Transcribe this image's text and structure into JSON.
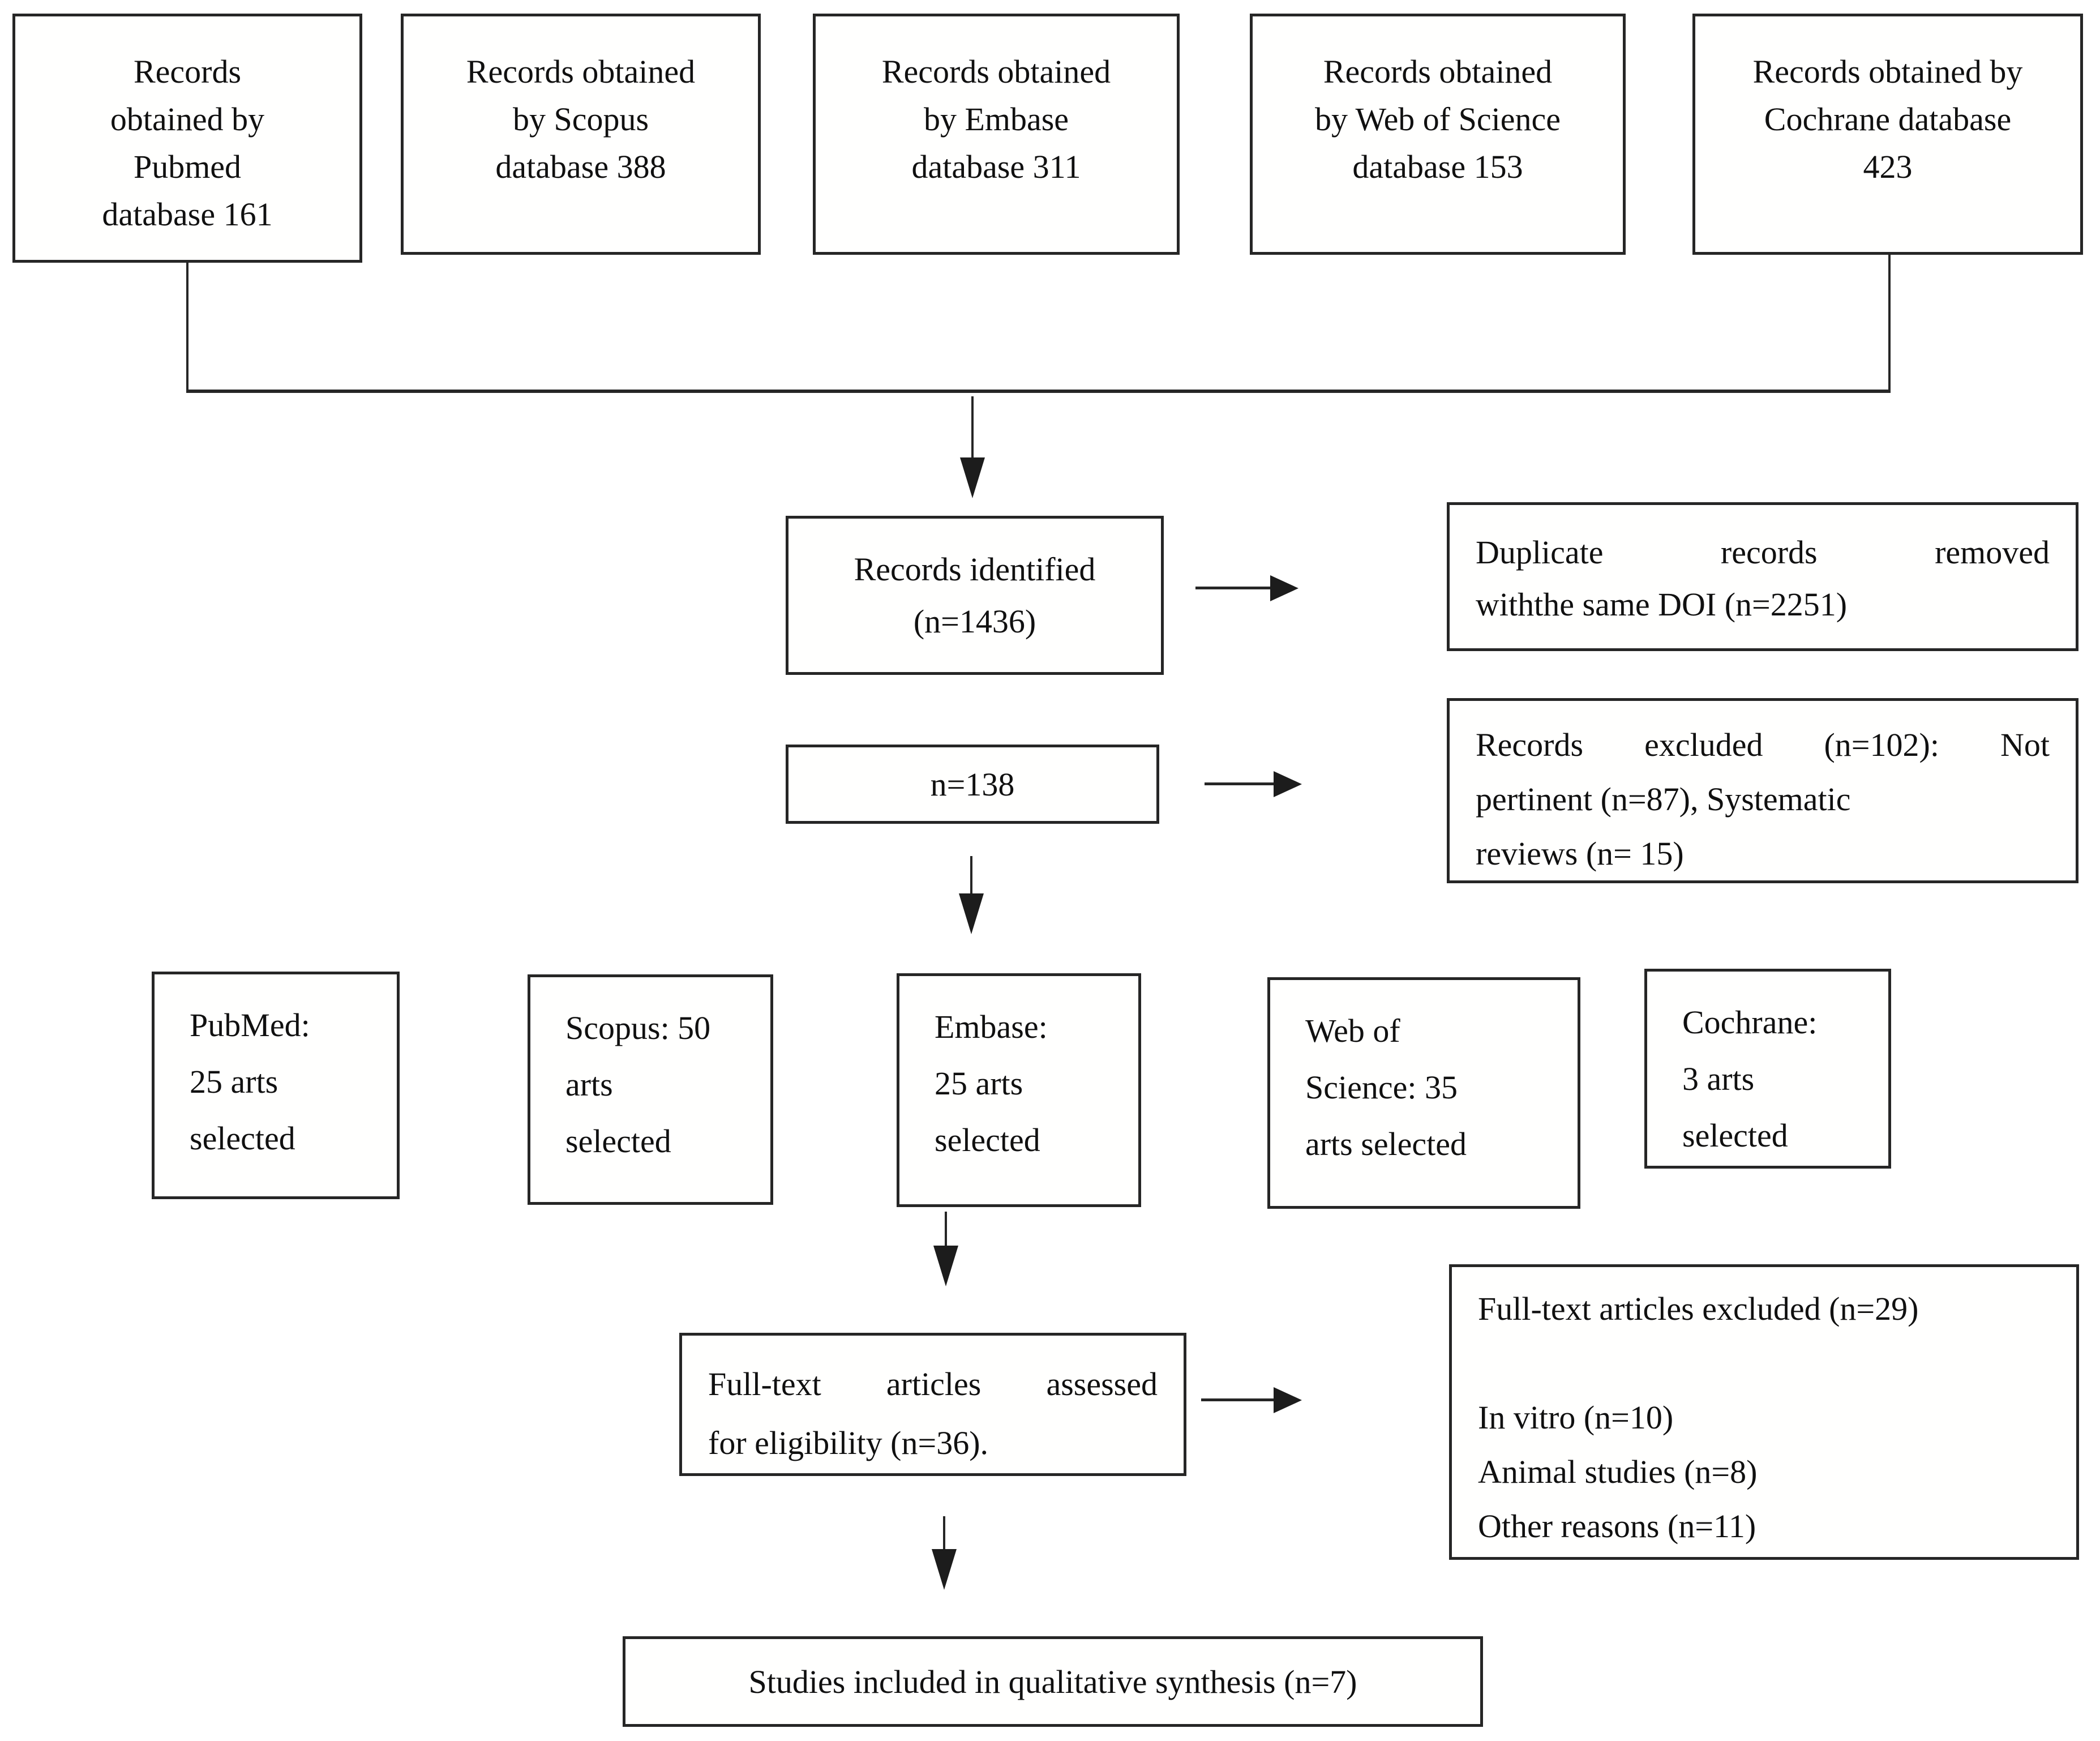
{
  "colors": {
    "background": "#ffffff",
    "line": "#262626",
    "text": "#101010"
  },
  "boxes": {
    "source_pubmed": {
      "lines": [
        "Records",
        "obtained by",
        "Pubmed",
        "database 161"
      ]
    },
    "source_scopus": {
      "lines": [
        "Records obtained",
        "by Scopus",
        "database 388"
      ]
    },
    "source_embase": {
      "lines": [
        "Records obtained",
        "by Embase",
        "database 311"
      ]
    },
    "source_wos": {
      "lines": [
        "Records obtained",
        "by Web of Science",
        "database 153"
      ]
    },
    "source_cochrane": {
      "lines": [
        "Records obtained by",
        "Cochrane database",
        "423"
      ]
    },
    "records_identified": {
      "lines": [
        "Records identified",
        "(n=1436)"
      ]
    },
    "duplicates_removed": {
      "lines": [
        "Duplicate records removed",
        "withthe same DOI (n=2251)"
      ]
    },
    "n138": {
      "lines": [
        "n=138"
      ]
    },
    "records_excluded": {
      "lines": [
        "Records excluded (n=102): Not",
        "pertinent (n=87), Systematic",
        "reviews (n= 15)"
      ]
    },
    "selected_pubmed": {
      "lines": [
        "PubMed:",
        "25 arts",
        "selected"
      ]
    },
    "selected_scopus": {
      "lines": [
        "Scopus: 50",
        "arts",
        "selected"
      ]
    },
    "selected_embase": {
      "lines": [
        "Embase:",
        "25 arts",
        "selected"
      ]
    },
    "selected_wos": {
      "lines": [
        "Web of",
        "Science: 35",
        "arts selected"
      ]
    },
    "selected_cochrane": {
      "lines": [
        "Cochrane:",
        "3 arts",
        "selected"
      ]
    },
    "fulltext_assessed": {
      "lines": [
        "Full-text articles assessed",
        "for eligibility (n=36)."
      ]
    },
    "fulltext_excluded": {
      "lines": [
        "Full-text articles excluded (n=29)",
        "",
        "In vitro (n=10)",
        "Animal studies (n=8)",
        "Other reasons (n=11)"
      ]
    },
    "studies_included": {
      "lines": [
        "Studies included in qualitative synthesis (n=7)"
      ]
    }
  }
}
